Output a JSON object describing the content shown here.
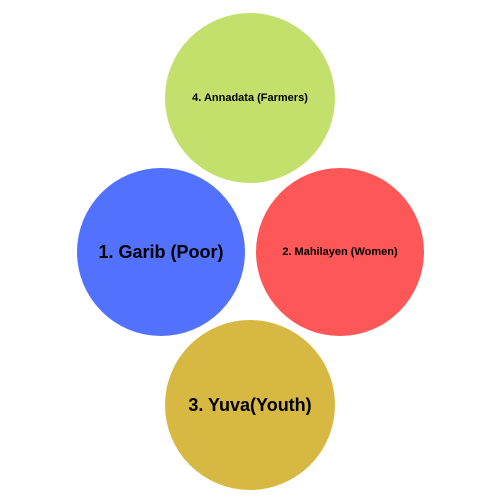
{
  "circles": {
    "farmers": {
      "label": "4. Annadata (Farmers)",
      "color": "#c2e06b"
    },
    "poor": {
      "label": "1. Garib (Poor)",
      "color": "#5271fd"
    },
    "women": {
      "label": "2. Mahilayen (Women)",
      "color": "#fe5757"
    },
    "youth": {
      "label": "3. Yuva(Youth)",
      "color": "#d7b843"
    }
  }
}
